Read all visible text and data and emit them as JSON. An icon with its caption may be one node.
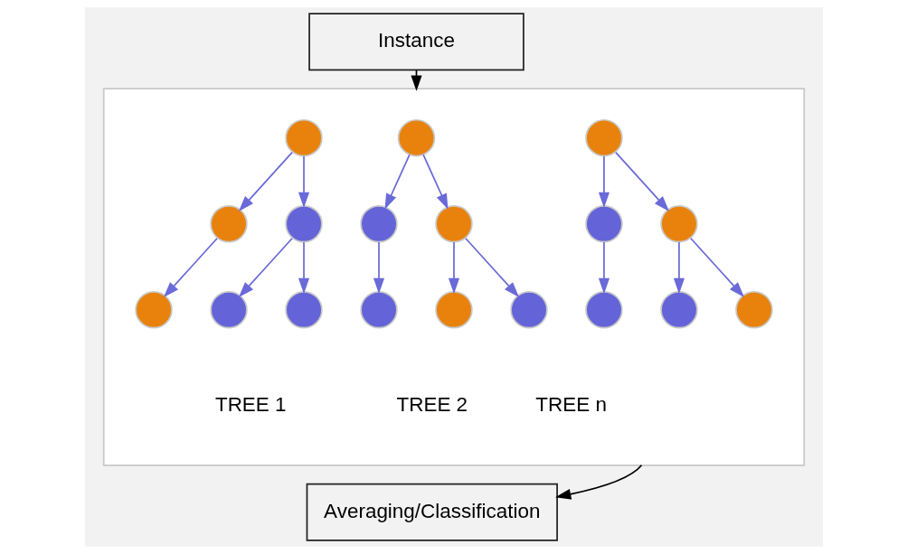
{
  "diagram": {
    "nodes": [
      {
        "text": [
          "Instance"
        ]
      },
      {
        "text": [],
        "shape": "box"
      },
      {
        "text": [],
        "shape": "circle",
        "in": 1
      },
      {
        "text": [],
        "shape": "circle",
        "in": 1
      },
      {
        "text": [],
        "shape": "circle",
        "in": 1
      },
      {
        "text": [],
        "shape": "circle",
        "in": 1
      },
      {
        "text": [],
        "shape": "circle",
        "in": 1
      },
      {
        "text": [],
        "shape": "circle",
        "in": 1
      },
      {
        "text": [],
        "shape": "circle",
        "in": 1
      },
      {
        "text": [],
        "shape": "circle",
        "in": 1
      },
      {
        "text": [],
        "shape": "circle",
        "in": 1
      },
      {
        "text": [],
        "shape": "circle",
        "in": 1
      },
      {
        "text": [],
        "shape": "circle",
        "in": 1
      },
      {
        "text": [],
        "shape": "circle",
        "in": 1
      },
      {
        "text": [],
        "shape": "circle",
        "in": 1
      },
      {
        "text": [],
        "shape": "circle",
        "in": 1
      },
      {
        "text": [],
        "shape": "circle",
        "in": 1
      },
      {
        "text": [],
        "shape": "circle",
        "in": 1
      },
      {
        "text": [],
        "shape": "circle",
        "in": 1
      },
      {
        "text": [],
        "shape": "circle",
        "in": 1
      },
      {
        "text": [
          "Averaging/Classification"
        ]
      }
    ],
    "edges": [
      {
        "from": 0,
        "to": 1,
        "arrow": "to",
        "color": "#000000"
      },
      {
        "from": 2,
        "to": 3,
        "arrow": "to"
      },
      {
        "from": 2,
        "to": 4,
        "arrow": "to"
      },
      {
        "from": 3,
        "to": 5,
        "arrow": "to"
      },
      {
        "from": 4,
        "to": 6,
        "arrow": "to"
      },
      {
        "from": 4,
        "to": 7,
        "arrow": "to"
      },
      {
        "from": 8,
        "to": 9,
        "arrow": "to"
      },
      {
        "from": 8,
        "to": 10,
        "arrow": "to"
      },
      {
        "from": 9,
        "to": 11,
        "arrow": "to"
      },
      {
        "from": 10,
        "to": 12,
        "arrow": "to"
      },
      {
        "from": 10,
        "to": 13,
        "arrow": "to"
      },
      {
        "from": 14,
        "to": 15,
        "arrow": "to"
      },
      {
        "from": 14,
        "to": 16,
        "arrow": "to"
      },
      {
        "from": 15,
        "to": 17,
        "arrow": "to"
      },
      {
        "from": 16,
        "to": 18,
        "arrow": "to"
      },
      {
        "from": 16,
        "to": 19,
        "arrow": "to"
      },
      {
        "from": 1,
        "to": 20,
        "arrow": "to",
        "color": "#000000"
      }
    ],
    "labels": [
      "TREE 1",
      "TREE 2",
      "TREE n"
    ]
  }
}
